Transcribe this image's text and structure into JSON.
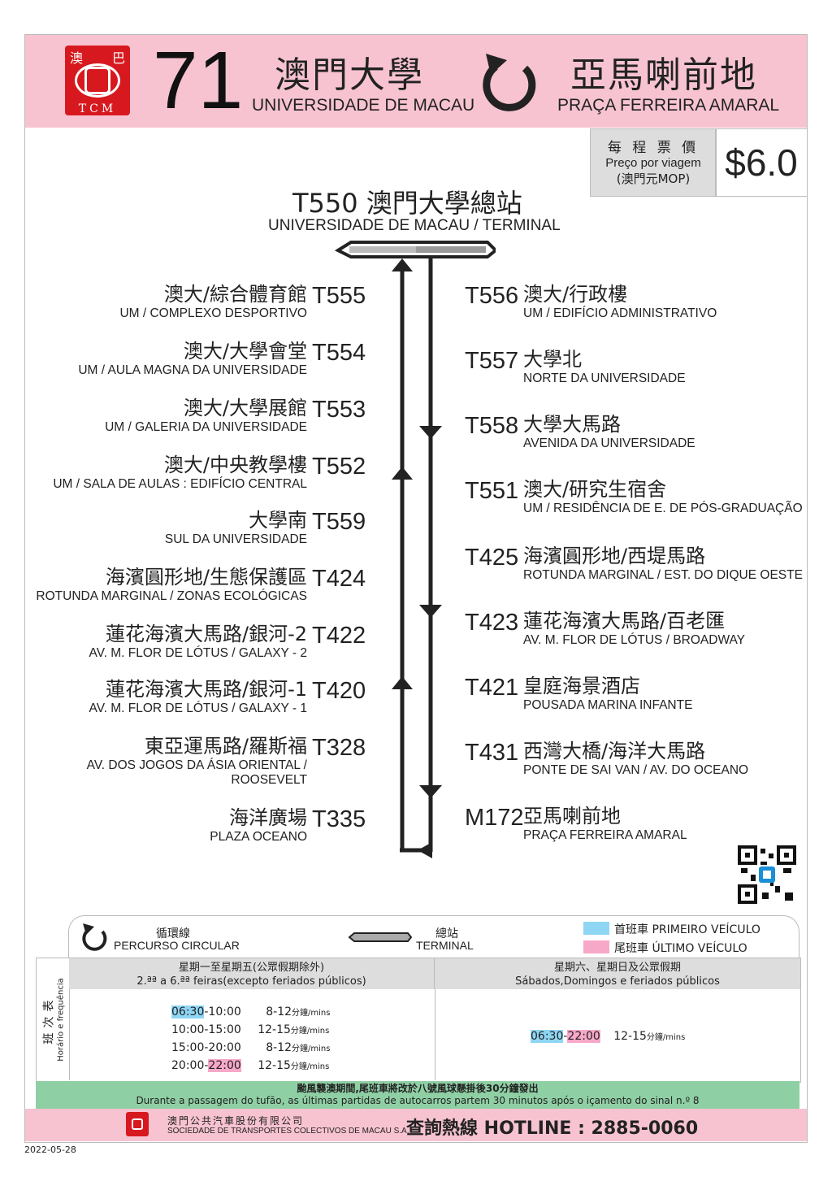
{
  "header": {
    "logo_zh_left": "澳",
    "logo_zh_right": "巴",
    "logo_text": "TCM",
    "route_number": "71",
    "origin_zh": "澳門大學",
    "origin_pt": "UNIVERSIDADE DE MACAU",
    "destination_zh": "亞馬喇前地",
    "destination_pt": "PRAÇA FERREIRA AMARAL"
  },
  "fare": {
    "label_zh": "每 程 票 價",
    "label_pt": "Preço por viagem",
    "label_currency": "(澳門元MOP)",
    "value": "$6.0"
  },
  "terminal": {
    "zh": "T550 澳門大學總站",
    "pt": "UNIVERSIDADE DE MACAU / TERMINAL"
  },
  "stops_left": [
    {
      "code": "T555",
      "zh": "澳大/綜合體育館",
      "pt": "UM / COMPLEXO DESPORTIVO"
    },
    {
      "code": "T554",
      "zh": "澳大/大學會堂",
      "pt": "UM / AULA MAGNA DA UNIVERSIDADE"
    },
    {
      "code": "T553",
      "zh": "澳大/大學展館",
      "pt": "UM / GALERIA DA UNIVERSIDADE"
    },
    {
      "code": "T552",
      "zh": "澳大/中央教學樓",
      "pt": "UM / SALA DE AULAS : EDIFÍCIO CENTRAL"
    },
    {
      "code": "T559",
      "zh": "大學南",
      "pt": "SUL DA UNIVERSIDADE"
    },
    {
      "code": "T424",
      "zh": "海濱圓形地/生態保護區",
      "pt": "ROTUNDA MARGINAL / ZONAS ECOLÓGICAS"
    },
    {
      "code": "T422",
      "zh": "蓮花海濱大馬路/銀河-2",
      "pt": "AV. M. FLOR DE LÓTUS / GALAXY - 2"
    },
    {
      "code": "T420",
      "zh": "蓮花海濱大馬路/銀河-1",
      "pt": "AV. M. FLOR DE LÓTUS / GALAXY - 1"
    },
    {
      "code": "T328",
      "zh": "東亞運馬路/羅斯福",
      "pt": "AV. DOS JOGOS DA ÁSIA ORIENTAL /",
      "pt2": "ROOSEVELT"
    },
    {
      "code": "T335",
      "zh": "海洋廣場",
      "pt": "PLAZA OCEANO"
    }
  ],
  "stops_right": [
    {
      "code": "T556",
      "zh": "澳大/行政樓",
      "pt": "UM / EDIFÍCIO ADMINISTRATIVO"
    },
    {
      "code": "T557",
      "zh": "大學北",
      "pt": "NORTE DA UNIVERSIDADE"
    },
    {
      "code": "T558",
      "zh": "大學大馬路",
      "pt": "AVENIDA DA UNIVERSIDADE"
    },
    {
      "code": "T551",
      "zh": "澳大/研究生宿舍",
      "pt": "UM / RESIDÊNCIA DE E. DE PÓS-GRADUAÇÃO"
    },
    {
      "code": "T425",
      "zh": "海濱圓形地/西堤馬路",
      "pt": "ROTUNDA MARGINAL / EST. DO DIQUE OESTE"
    },
    {
      "code": "T423",
      "zh": "蓮花海濱大馬路/百老匯",
      "pt": "AV. M. FLOR DE LÓTUS / BROADWAY"
    },
    {
      "code": "T421",
      "zh": "皇庭海景酒店",
      "pt": "POUSADA MARINA INFANTE"
    },
    {
      "code": "T431",
      "zh": "西灣大橋/海洋大馬路",
      "pt": "PONTE DE SAI VAN / AV. DO OCEANO"
    },
    {
      "code": "M172",
      "zh": "亞馬喇前地",
      "pt": "PRAÇA FERREIRA AMARAL"
    }
  ],
  "legend": {
    "circular_zh": "循環線",
    "circular_pt": "PERCURSO CIRCULAR",
    "terminal_zh": "總站",
    "terminal_pt": "TERMINAL",
    "first_label": "首班車 PRIMEIRO VEÍCULO",
    "last_label": "尾班車 ÚLTIMO VEÍCULO",
    "first_color": "#8fd6f5",
    "last_color": "#f7a8c9"
  },
  "timetable": {
    "side_zh": "班次表",
    "side_pt": "Horário e frequência",
    "weekday_zh": "星期一至星期五(公眾假期除外)",
    "weekday_pt": "2.ªª a 6.ªª feiras(excepto feriados públicos)",
    "weekend_zh": "星期六、星期日及公眾假期",
    "weekend_pt": "Sábados,Domingos e feriados públicos",
    "weekday_rows": [
      {
        "start": "06:30",
        "end": "10:00",
        "freq": "8-12",
        "unit": "分鐘/mins"
      },
      {
        "start": "10:00",
        "end": "15:00",
        "freq": "12-15",
        "unit": "分鐘/mins"
      },
      {
        "start": "15:00",
        "end": "20:00",
        "freq": "8-12",
        "unit": "分鐘/mins"
      },
      {
        "start": "20:00",
        "end": "22:00",
        "freq": "12-15",
        "unit": "分鐘/mins"
      }
    ],
    "weekend_row": {
      "start": "06:30",
      "end": "22:00",
      "freq": "12-15",
      "unit": "分鐘/mins"
    }
  },
  "typhoon": {
    "zh": "颱風襲澳期間,尾班車將改於八號風球懸掛後30分鐘發出",
    "pt": "Durante a passagem do tufão, as últimas partidas de autocarros partem 30 minutos após o içamento do sinal n.º 8"
  },
  "footer": {
    "company_zh": "澳門公共汽車股份有限公司",
    "company_pt": "SOCIEDADE DE TRANSPORTES COLECTIVOS DE MACAU S.A.",
    "hotline": "查詢熱線 HOTLINE : 2885-0060"
  },
  "date": "2022-05-28"
}
